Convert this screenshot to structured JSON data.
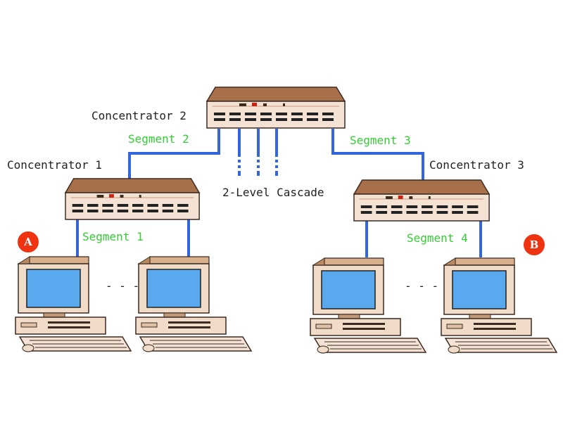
{
  "colors": {
    "hub_top": "#a8704a",
    "hub_front": "#f4e2d4",
    "hub_outline": "#3a2a20",
    "cable": "#3366dd",
    "segment_label": "#33cc33",
    "badge": "#ee3311",
    "monitor_body": "#f0dcc8",
    "monitor_side": "#b88a62",
    "screen": "#5aa8ee"
  },
  "icons": [
    "concentrator-icon",
    "computer-icon",
    "badge-icon"
  ],
  "labels": {
    "concentrator_2": "Concentrator 2",
    "concentrator_1": "Concentrator 1",
    "concentrator_3": "Concentrator 3",
    "segment_1": "Segment 1",
    "segment_2": "Segment 2",
    "segment_3": "Segment 3",
    "segment_4": "Segment 4",
    "cascade": "2-Level Cascade",
    "ellipsis_left": "- - -",
    "ellipsis_right": "- - -",
    "badge_a": "A",
    "badge_b": "B"
  }
}
